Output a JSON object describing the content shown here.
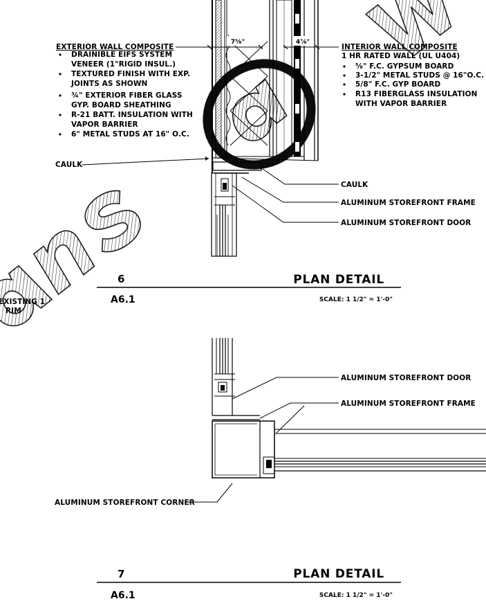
{
  "exterior_wall": {
    "heading": "EXTERIOR WALL COMPOSITE",
    "lines": [
      "DRAINIBLE EIFS SYSTEM",
      "VENEER (1\"RIGID INSUL.)",
      "TEXTURED FINISH WITH EXP.",
      "JOINTS AS SHOWN",
      "¾\" EXTERIOR FIBER GLASS",
      "GYP. BOARD SHEATHING",
      "R-21 BATT. INSULATION WITH",
      "VAPOR BARRIER",
      "6\" METAL STUDS AT 16\" O.C."
    ]
  },
  "interior_wall": {
    "heading": "INTERIOR WALL COMPOSITE",
    "subheading": "1 HR RATED WALL (UL U404)",
    "lines": [
      "⅝\" F.C. GYPSUM BOARD",
      "3-1/2\" METAL STUDS @ 16\"O.C.",
      "5/8\" F.C. GYP BOARD",
      "R13 FIBERGLASS INSULATION",
      "WITH VAPOR BARRIER"
    ]
  },
  "dimensions": {
    "left": "7⅝\"",
    "right": "4⅞\""
  },
  "detail6_callouts": {
    "caulk_left": "CAULK",
    "caulk_right": "CAULK",
    "frame": "ALUMINUM STOREFRONT FRAME",
    "door": "ALUMINUM STOREFRONT DOOR"
  },
  "detail7_callouts": {
    "door": "ALUMINUM STOREFRONT DOOR",
    "frame": "ALUMINUM STOREFRONT FRAME",
    "corner": "ALUMINUM STOREFRONT CORNER"
  },
  "detail6_title": {
    "number": "6",
    "title": "PLAN DETAIL",
    "sheet": "A6.1",
    "scale": "SCALE: 1 1/2\" = 1'-0\""
  },
  "detail7_title": {
    "number": "7",
    "title": "PLAN DETAIL",
    "sheet": "A6.1",
    "scale": "SCALE: 1 1/2\" = 1'-0\""
  },
  "edge_fragment": [
    "EXISTING 1",
    "RIM"
  ]
}
